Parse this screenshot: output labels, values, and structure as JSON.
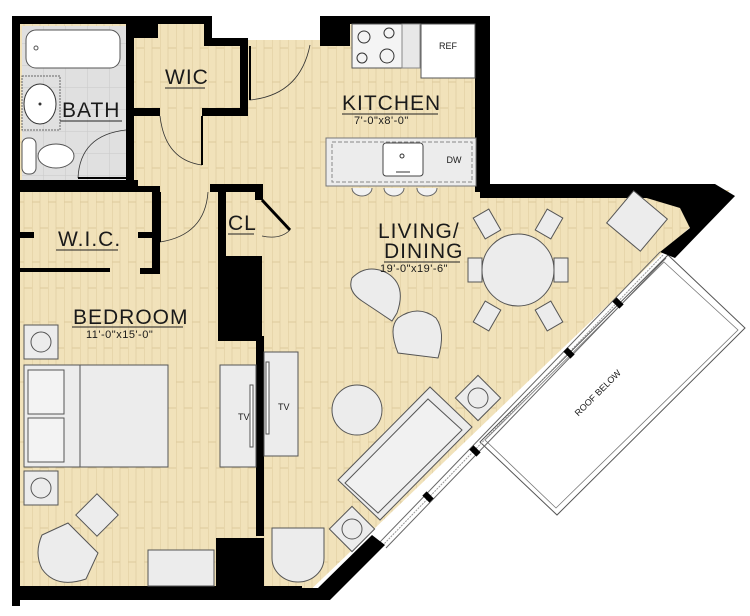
{
  "plan": {
    "colors": {
      "floor": "#f1e2ba",
      "floor_line": "#ddca9c",
      "wall": "#000000",
      "tile": "#dedede",
      "fixture": "#ececec",
      "outline": "#555555"
    },
    "rooms": {
      "bath": {
        "label": "BATH"
      },
      "wic_top": {
        "label": "WIC"
      },
      "kitchen": {
        "label": "KITCHEN",
        "dims": "7'-0\"x8'-0\""
      },
      "living": {
        "label_line1": "LIVING/",
        "label_line2": "DINING",
        "dims": "19'-0\"x19'-6\""
      },
      "closet": {
        "label": "CL"
      },
      "wic_bedroom": {
        "label": "W.I.C."
      },
      "bedroom": {
        "label": "BEDROOM",
        "dims": "11'-0\"x15'-0\""
      },
      "roof": {
        "label": "ROOF BELOW"
      }
    },
    "fixtures": {
      "ref": "REF",
      "dw": "DW",
      "tv_bedroom": "TV",
      "tv_living": "TV"
    }
  }
}
